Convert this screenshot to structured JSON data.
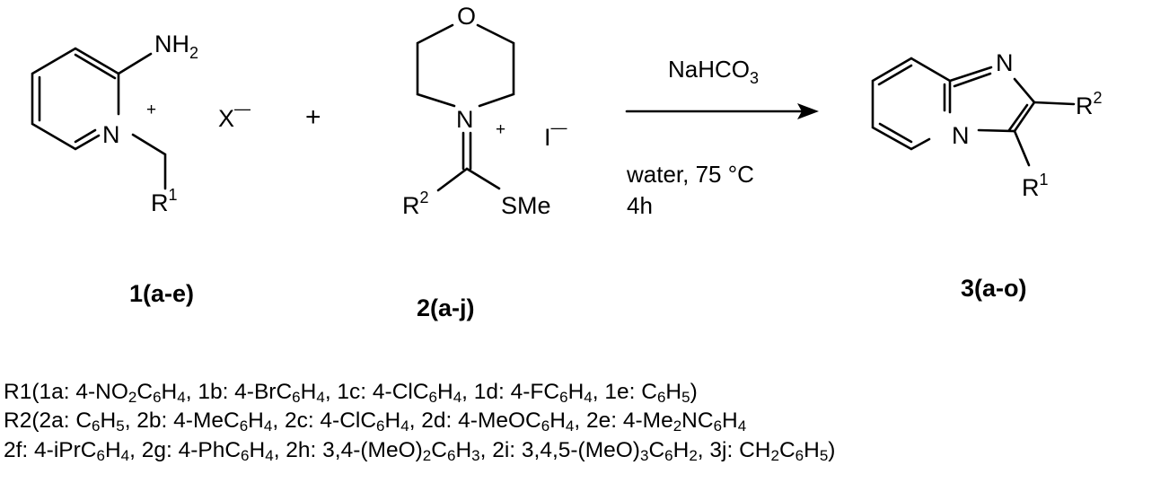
{
  "reactant1": {
    "substituent": "NH",
    "substituent_sub": "2",
    "ring_atom": "N",
    "charge": "+",
    "counterion": "X",
    "counterion_charge": "—",
    "group": "R",
    "group_sup": "1",
    "label": "1(a-e)"
  },
  "plus_sign": "+",
  "reactant2": {
    "ring_atom_o": "O",
    "ring_atom_n": "N",
    "charge": "+",
    "counterion": "I",
    "counterion_charge": "—",
    "group": "R",
    "group_sup": "2",
    "thio": "SMe",
    "label": "2(a-j)"
  },
  "conditions": {
    "reagent": "NaHCO",
    "reagent_sub": "3",
    "solvent_temp": "water, 75 °C",
    "time": "4h"
  },
  "product": {
    "ring_atom_n1": "N",
    "ring_atom_n2": "N",
    "r2": "R",
    "r2_sup": "2",
    "r1": "R",
    "r1_sup": "1",
    "label": "3(a-o)"
  },
  "legend": {
    "line1": [
      {
        "t": "R1(1a: 4-NO"
      },
      {
        "s": "2"
      },
      {
        "t": "C"
      },
      {
        "s": "6"
      },
      {
        "t": "H"
      },
      {
        "s": "4"
      },
      {
        "t": ", 1b: 4-BrC"
      },
      {
        "s": "6"
      },
      {
        "t": "H"
      },
      {
        "s": "4"
      },
      {
        "t": ", 1c: 4-ClC"
      },
      {
        "s": "6"
      },
      {
        "t": "H"
      },
      {
        "s": "4"
      },
      {
        "t": ", 1d: 4-FC"
      },
      {
        "s": "6"
      },
      {
        "t": "H"
      },
      {
        "s": "4"
      },
      {
        "t": ", 1e: C"
      },
      {
        "s": "6"
      },
      {
        "t": "H"
      },
      {
        "s": "5"
      },
      {
        "t": ")"
      }
    ],
    "line2": [
      {
        "t": "R2(2a: C"
      },
      {
        "s": "6"
      },
      {
        "t": "H"
      },
      {
        "s": "5"
      },
      {
        "t": ", 2b: 4-MeC"
      },
      {
        "s": "6"
      },
      {
        "t": "H"
      },
      {
        "s": "4"
      },
      {
        "t": ", 2c: 4-ClC"
      },
      {
        "s": "6"
      },
      {
        "t": "H"
      },
      {
        "s": "4"
      },
      {
        "t": ", 2d: 4-MeOC"
      },
      {
        "s": "6"
      },
      {
        "t": "H"
      },
      {
        "s": "4"
      },
      {
        "t": ", 2e: 4-Me"
      },
      {
        "s": "2"
      },
      {
        "t": "NC"
      },
      {
        "s": "6"
      },
      {
        "t": "H"
      },
      {
        "s": "4"
      }
    ],
    "line3": [
      {
        "t": "2f: 4-iPrC"
      },
      {
        "s": "6"
      },
      {
        "t": "H"
      },
      {
        "s": "4"
      },
      {
        "t": ", 2g: 4-PhC"
      },
      {
        "s": "6"
      },
      {
        "t": "H"
      },
      {
        "s": "4"
      },
      {
        "t": ", 2h: 3,4-(MeO)"
      },
      {
        "s": "2"
      },
      {
        "t": "C"
      },
      {
        "s": "6"
      },
      {
        "t": "H"
      },
      {
        "s": "3"
      },
      {
        "t": ", 2i: 3,4,5-(MeO)"
      },
      {
        "s": "3"
      },
      {
        "t": "C"
      },
      {
        "s": "6"
      },
      {
        "t": "H"
      },
      {
        "s": "2"
      },
      {
        "t": ", 3j: CH"
      },
      {
        "s": "2"
      },
      {
        "t": "C"
      },
      {
        "s": "6"
      },
      {
        "t": "H"
      },
      {
        "s": "5"
      },
      {
        "t": ")"
      }
    ]
  }
}
